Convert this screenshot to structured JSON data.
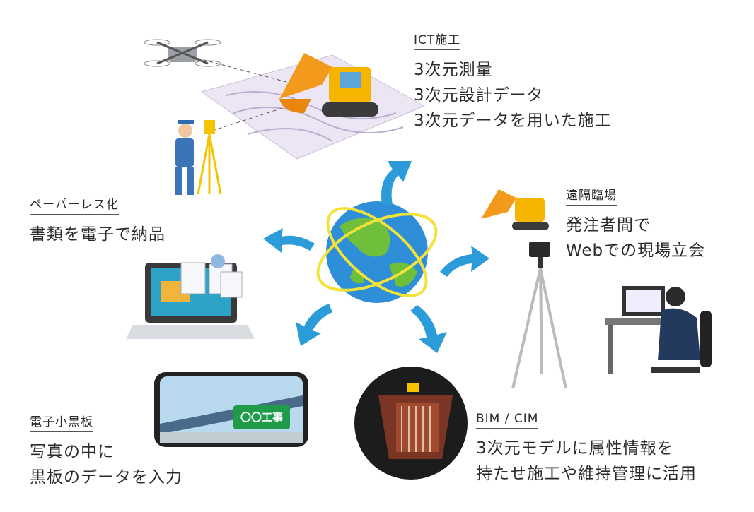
{
  "colors": {
    "arrow": "#2b9bd9",
    "ocean": "#2e8fd8",
    "land": "#6fbf3a",
    "ring": "#f3e23a",
    "excavator": "#f39a1c"
  },
  "sections": {
    "ict": {
      "heading": "ICT施工",
      "lines": [
        "3次元測量",
        "3次元設計データ",
        "3次元データを用いた施工"
      ]
    },
    "remote": {
      "heading": "遠隔臨場",
      "lines": [
        "発注者間で",
        "Webでの現場立会"
      ]
    },
    "paperless": {
      "heading": "ペーパーレス化",
      "lines": [
        "書類を電子で納品"
      ]
    },
    "board": {
      "heading": "電子小黒板",
      "lines": [
        "写真の中に",
        "黒板のデータを入力"
      ],
      "sign": "〇〇工事"
    },
    "bim": {
      "heading": "BIM / CIM",
      "lines": [
        "3次元モデルに属性情報を",
        "持たせ施工や維持管理に活用"
      ]
    }
  }
}
